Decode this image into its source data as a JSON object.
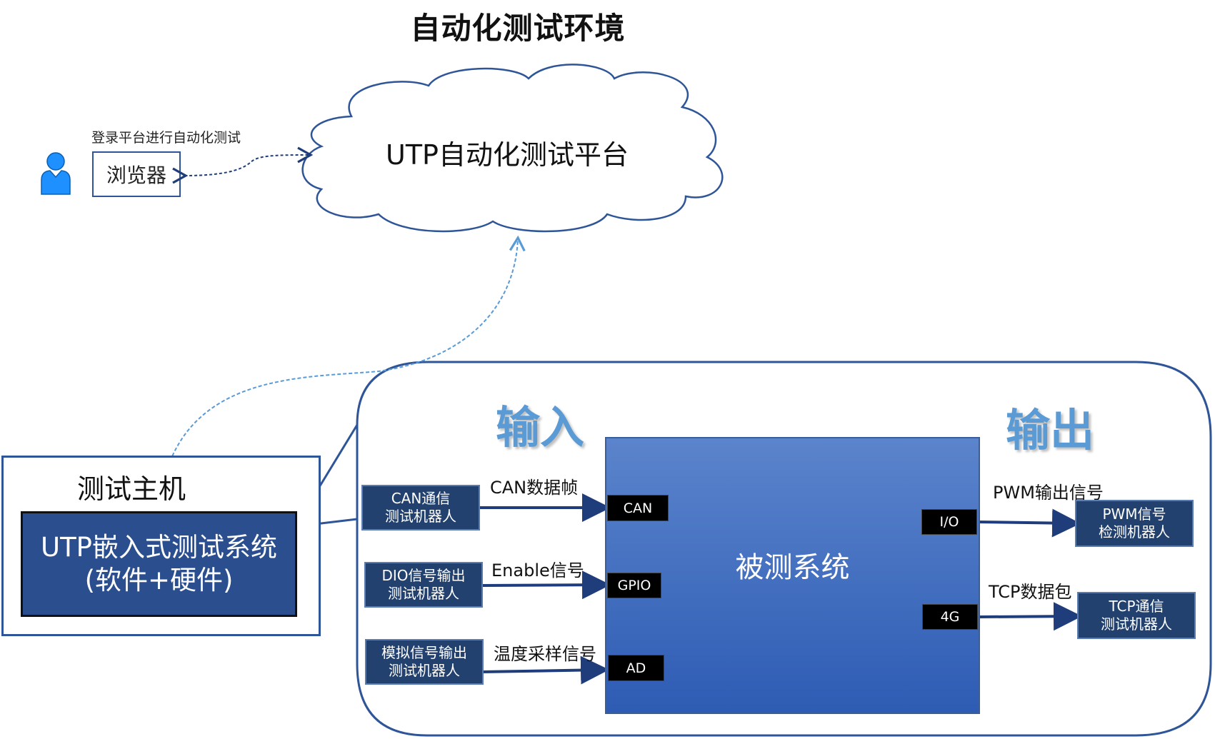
{
  "title": "自动化测试环境",
  "login_caption": "登录平台进行自动化测试",
  "browser_label": "浏览器",
  "cloud_label": "UTP自动化测试平台",
  "host": {
    "label": "测试主机",
    "system_line1": "UTP嵌入式测试系统",
    "system_line2": "(软件+硬件)"
  },
  "input_title": "输入",
  "output_title": "输出",
  "dut_label": "被测系统",
  "inputs": [
    {
      "robot_line1": "CAN通信",
      "robot_line2": "测试机器人",
      "signal": "CAN数据帧",
      "port": "CAN"
    },
    {
      "robot_line1": "DIO信号输出",
      "robot_line2": "测试机器人",
      "signal": "Enable信号",
      "port": "GPIO"
    },
    {
      "robot_line1": "模拟信号输出",
      "robot_line2": "测试机器人",
      "signal": "温度采样信号",
      "port": "AD"
    }
  ],
  "outputs": [
    {
      "robot_line1": "PWM信号",
      "robot_line2": "检测机器人",
      "signal": "PWM输出信号",
      "port": "I/O"
    },
    {
      "robot_line1": "TCP通信",
      "robot_line2": "测试机器人",
      "signal": "TCP数据包",
      "port": "4G"
    }
  ],
  "colors": {
    "dark_blue": "#22416f",
    "host_blue": "#2b4f8e",
    "accent_blue": "#5b9bd5",
    "frame_blue": "#2e5597"
  }
}
